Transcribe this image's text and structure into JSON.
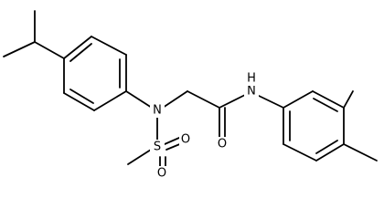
{
  "molecule": {
    "atom_labels": {
      "n_sulfonamide": "N",
      "s_sulfonyl": "S",
      "o_sulfonyl_1": "O",
      "o_sulfonyl_2": "O",
      "o_carbonyl": "O",
      "n_amide_h": "N",
      "h_amide": "H"
    }
  }
}
